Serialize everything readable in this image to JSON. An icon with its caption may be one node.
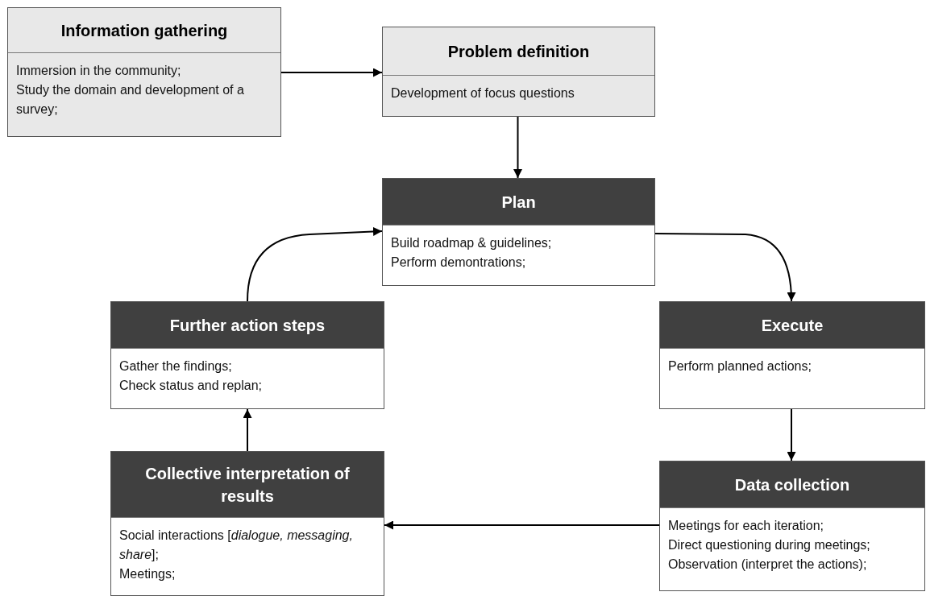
{
  "diagram": {
    "nodes": [
      {
        "text": [
          "Information gathering",
          "Immersion in the community;",
          "Study the domain and development of a survey;"
        ]
      },
      {
        "text": [
          "Problem definition",
          "Development of focus questions"
        ]
      },
      {
        "text": [
          "Plan",
          "Build roadmap & guidelines;",
          "Perform demontrations;"
        ]
      },
      {
        "text": [
          "Execute",
          "Perform planned actions;"
        ]
      },
      {
        "text": [
          "Data collection",
          "Meetings for each iteration;",
          "Direct questioning during meetings;",
          "Observation (interpret the actions);"
        ]
      },
      {
        "text": [
          "Further action steps",
          "Gather the findings;",
          "Check status and replan;"
        ]
      },
      {
        "text": [
          "Collective interpretation of results",
          "Social interactions [*dialogue, messaging, share*];",
          "Meetings;"
        ]
      }
    ],
    "edges": [
      {
        "from": 0,
        "to": 1,
        "arrow": "to"
      },
      {
        "from": 1,
        "to": 2,
        "arrow": "to"
      },
      {
        "from": 2,
        "to": 3,
        "arrow": "to"
      },
      {
        "from": 3,
        "to": 4,
        "arrow": "to"
      },
      {
        "from": 4,
        "to": 6,
        "arrow": "to"
      },
      {
        "from": 6,
        "to": 5,
        "arrow": "to"
      },
      {
        "from": 5,
        "to": 2,
        "arrow": "to"
      }
    ]
  }
}
